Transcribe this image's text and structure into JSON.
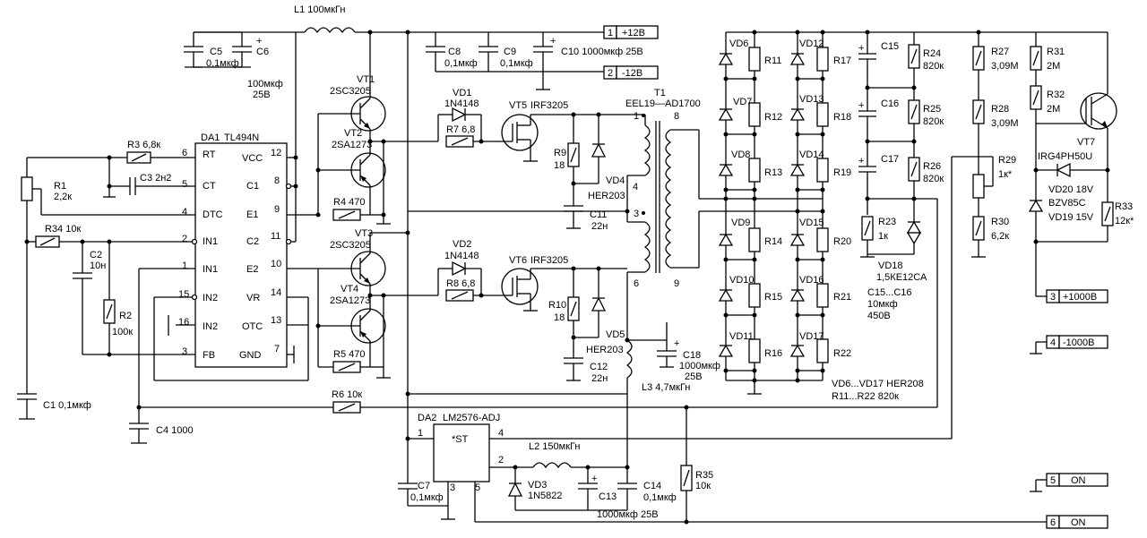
{
  "title": "",
  "ic": {
    "da1": {
      "ref": "DA1",
      "part": "TL494N",
      "left_pins": [
        {
          "num": "6",
          "name": "RT"
        },
        {
          "num": "5",
          "name": "CT"
        },
        {
          "num": "4",
          "name": "DTC"
        },
        {
          "num": "2",
          "name": "IN1"
        },
        {
          "num": "1",
          "name": "IN1"
        },
        {
          "num": "15",
          "name": "IN2"
        },
        {
          "num": "16",
          "name": "IN2"
        },
        {
          "num": "3",
          "name": "FB"
        }
      ],
      "right_pins": [
        {
          "num": "12",
          "name": "VCC"
        },
        {
          "num": "8",
          "name": "C1"
        },
        {
          "num": "9",
          "name": "E1"
        },
        {
          "num": "11",
          "name": "C2"
        },
        {
          "num": "10",
          "name": "E2"
        },
        {
          "num": "14",
          "name": "VR"
        },
        {
          "num": "13",
          "name": "OTC"
        },
        {
          "num": "7",
          "name": "GND"
        }
      ]
    },
    "da2": {
      "ref": "DA2",
      "part": "LM2576-ADJ",
      "body": "*ST",
      "pins": {
        "p1": "1",
        "p2": "2",
        "p3": "3",
        "p4": "4",
        "p5": "5"
      }
    }
  },
  "transistors": {
    "vt1": {
      "ref": "VT1",
      "part": "2SC3205"
    },
    "vt2": {
      "ref": "VT2",
      "part": "2SA1273"
    },
    "vt3": {
      "ref": "VT3",
      "part": "2SC3205"
    },
    "vt4": {
      "ref": "VT4",
      "part": "2SA1273"
    },
    "vt5": {
      "ref": "VT5",
      "part": "IRF3205"
    },
    "vt6": {
      "ref": "VT6",
      "part": "IRF3205"
    },
    "vt7": {
      "ref": "VT7",
      "part": "IRG4PH50U"
    }
  },
  "labels": {
    "l1": "L1  100мкГн",
    "c5": "C5",
    "c5v": "0,1мкф",
    "c6": "C6",
    "c6v1": "100мкф",
    "c6v2": "25В",
    "c8": "C8",
    "c8v": "0,1мкф",
    "c9": "C9",
    "c9v": "0,1мкф",
    "c10": "C10  1000мкф  25В",
    "r3": "R3  6,8к",
    "c3": "C3  2н2",
    "r1": "R1",
    "r1v": "2,2к",
    "r34": "R34  10к",
    "c2": "C2",
    "c2v": "10н",
    "r2": "R2",
    "r2v": "100к",
    "c1": "C1  0,1мкф",
    "c4": "C4  1000",
    "r4": "R4  470",
    "r5": "R5  470",
    "r6": "R6  10к",
    "vd1": "VD1",
    "vd1v": "1N4148",
    "r7": "R7  6,8",
    "vd2": "VD2",
    "vd2v": "1N4148",
    "r8": "R8  6,8",
    "r9": "R9",
    "r9v": "18",
    "vd4": "VD4",
    "vd4v": "HER203",
    "c11": "C11",
    "c11v": "22н",
    "r10": "R10",
    "r10v": "18",
    "vd5": "VD5",
    "vd5v": "HER203",
    "c12": "C12",
    "c12v": "22н",
    "t1": "T1",
    "t1v": "EEL19—AD1700",
    "w1": "1",
    "w4": "4",
    "w3": "3",
    "w6": "6",
    "w8": "8",
    "w9": "9",
    "c18": "C18",
    "c18v1": "1000мкф",
    "c18v2": "25В",
    "l3": "L3  4,7мкГн",
    "l2": "L2  150мкГн",
    "vd3": "VD3",
    "vd3v": "1N5822",
    "c13": "C13",
    "c13v": "1000мкф  25В",
    "c14": "C14",
    "c14v": "0,1мкф",
    "c7": "C7",
    "c7v": "0,1мкф",
    "r35": "R35",
    "r35v": "10к",
    "vd6": "VD6",
    "vd7": "VD7",
    "vd8": "VD8",
    "vd9": "VD9",
    "vd10": "VD10",
    "vd11": "VD11",
    "vd12": "VD12",
    "vd13": "VD13",
    "vd14": "VD14",
    "vd15": "VD15",
    "vd16": "VD16",
    "vd17": "VD17",
    "r11": "R11",
    "r12": "R12",
    "r13": "R13",
    "r14": "R14",
    "r15": "R15",
    "r16": "R16",
    "r17": "R17",
    "r18": "R18",
    "r19": "R19",
    "r20": "R20",
    "r21": "R21",
    "r22": "R22",
    "c15": "C15",
    "c16": "C16",
    "c17": "C17",
    "r24": "R24",
    "r24v": "820к",
    "r25": "R25",
    "r25v": "820к",
    "r26": "R26",
    "r26v": "820к",
    "r23": "R23",
    "r23v": "1к",
    "vd18": "VD18",
    "vd18v": "1,5КЕ12СА",
    "c1516": "C15...C16",
    "c1516v1": "10мкф",
    "c1516v2": "450В",
    "vd_note": "VD6...VD17  HER208",
    "r_note": "R11...R22  820к",
    "r27": "R27",
    "r27v": "3,09М",
    "r28": "R28",
    "r28v": "3,09М",
    "r29": "R29",
    "r29v": "1к*",
    "r30": "R30",
    "r30v": "6,2к",
    "r31": "R31",
    "r31v": "2М",
    "r32": "R32",
    "r32v": "2М",
    "vt7": "VT7",
    "vd20": "VD20  18V",
    "bzv": "BZV85C",
    "vd19": "VD19  15V",
    "r33": "R33",
    "r33v": "12к*"
  },
  "connectors": [
    {
      "num": "1",
      "label": "+12В"
    },
    {
      "num": "2",
      "label": "-12В"
    },
    {
      "num": "3",
      "label": "+1000В"
    },
    {
      "num": "4",
      "label": "-1000В"
    },
    {
      "num": "5",
      "label": "ON"
    },
    {
      "num": "6",
      "label": "ON"
    }
  ]
}
